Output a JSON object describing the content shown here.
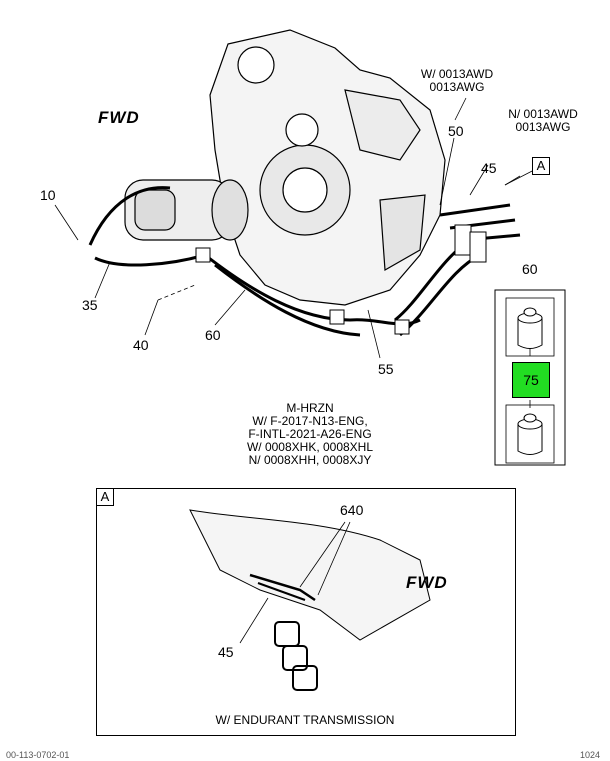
{
  "callouts": {
    "c10": "10",
    "c35": "35",
    "c40": "40",
    "c60": "60",
    "c55": "55",
    "c50": "50",
    "c45": "45",
    "side60": "60",
    "side75": "75",
    "detail640": "640",
    "detail45": "45"
  },
  "notes": {
    "with_awd": [
      "W/ 0013AWD",
      "0013AWG"
    ],
    "without_awd": [
      "N/ 0013AWD",
      "0013AWG"
    ],
    "model": [
      "M-HRZN",
      "W/ F-2017-N13-ENG,",
      "F-INTL-2021-A26-ENG",
      "W/ 0008XHK, 0008XHL",
      "N/ 0008XHH, 0008XJY"
    ],
    "detail_caption": "W/ ENDURANT TRANSMISSION"
  },
  "fwd_label": "FWD",
  "view_tag": "A",
  "footer": {
    "left": "00-113-0702-01",
    "right": "1024"
  },
  "colors": {
    "highlight": "#22dd22",
    "line": "#000000"
  }
}
